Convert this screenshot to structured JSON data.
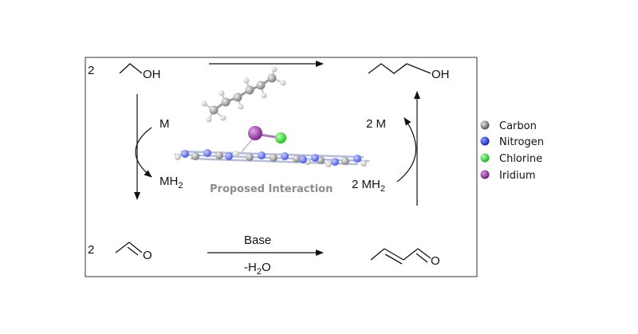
{
  "reaction": {
    "coef_ethanol": "2",
    "ethanol_oh": "OH",
    "butanol_oh": "OH",
    "coef_acetaldehyde": "2",
    "acetaldehyde_o": "O",
    "crotonaldehyde_o": "O",
    "left_cycle_top": "M",
    "left_cycle_bottom": "MH",
    "left_cycle_bottom_sub": "2",
    "right_cycle_top": "2 M",
    "right_cycle_bottom": "2 MH",
    "right_cycle_bottom_sub": "2",
    "base_label": "Base",
    "water_label_pre": "-H",
    "water_label_sub": "2",
    "water_label_post": "O"
  },
  "model": {
    "caption": "Proposed Interaction"
  },
  "legend": {
    "items": [
      {
        "label": "Carbon",
        "color": "#8a8a8a"
      },
      {
        "label": "Nitrogen",
        "color": "#2b3fd6"
      },
      {
        "label": "Chlorine",
        "color": "#2ecc2e"
      },
      {
        "label": "Iridium",
        "color": "#8e3a9a"
      }
    ]
  }
}
